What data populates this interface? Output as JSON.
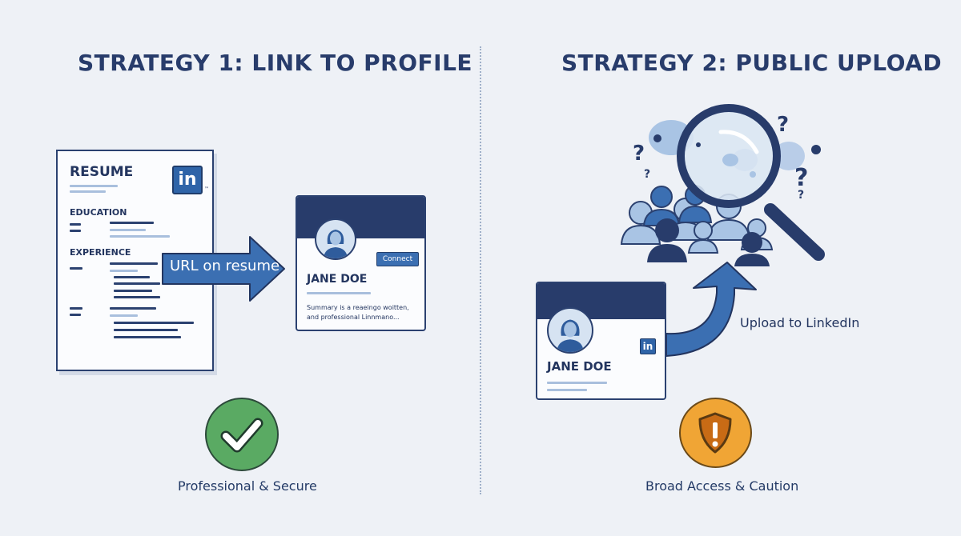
{
  "left": {
    "title": "STRATEGY 1: LINK TO PROFILE",
    "resume": {
      "title": "RESUME",
      "logo_text": "in",
      "trademark": "™",
      "education_label": "EDUCATION",
      "experience_label": "EXPERIENCE"
    },
    "arrow_label": "URL on resume",
    "profile_card": {
      "name": "JANE DOE",
      "button_label": "Connect",
      "summary": "Summary is a reaeingo woitten, and professional Linnmano..."
    },
    "caption": "Professional & Secure",
    "badge_icon": "checkmark-icon"
  },
  "right": {
    "title": "STRATEGY 2: PUBLIC UPLOAD",
    "profile_card": {
      "name": "JANE DOE",
      "logo_text": "in"
    },
    "arrow_label": "Upload to LinkedIn",
    "question_mark": "?",
    "caption": "Broad Access & Caution",
    "badge_icon": "warning-shield-icon"
  },
  "colors": {
    "navy": "#283c6b",
    "blue": "#3b6fb2",
    "light_blue": "#a9bfdd",
    "green": "#5aaa63",
    "orange": "#f0a535",
    "background": "#eef1f6"
  }
}
